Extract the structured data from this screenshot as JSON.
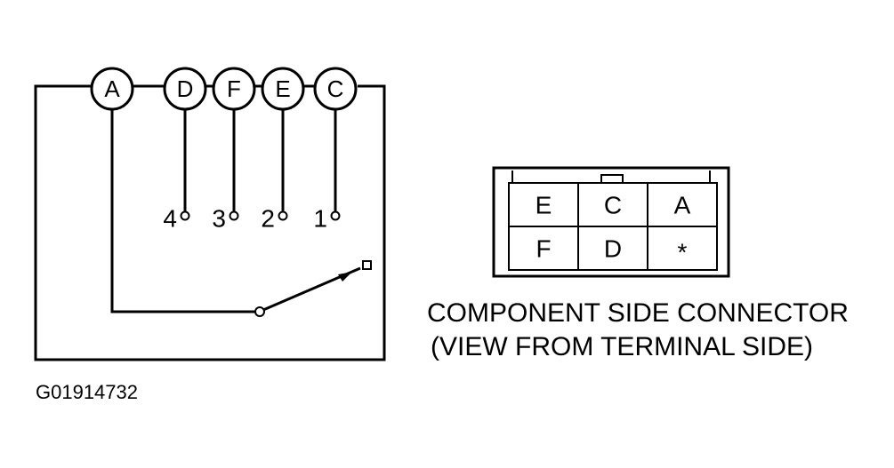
{
  "switch": {
    "terminals": [
      "A",
      "D",
      "F",
      "E",
      "C"
    ],
    "positions": [
      "4",
      "3",
      "2",
      "1"
    ]
  },
  "connector": {
    "rows": [
      [
        "E",
        "C",
        "A"
      ],
      [
        "F",
        "D",
        "*"
      ]
    ],
    "caption_line1": "COMPONENT SIDE CONNECTOR",
    "caption_line2": "(VIEW FROM TERMINAL SIDE)"
  },
  "figure_id": "G01914732"
}
